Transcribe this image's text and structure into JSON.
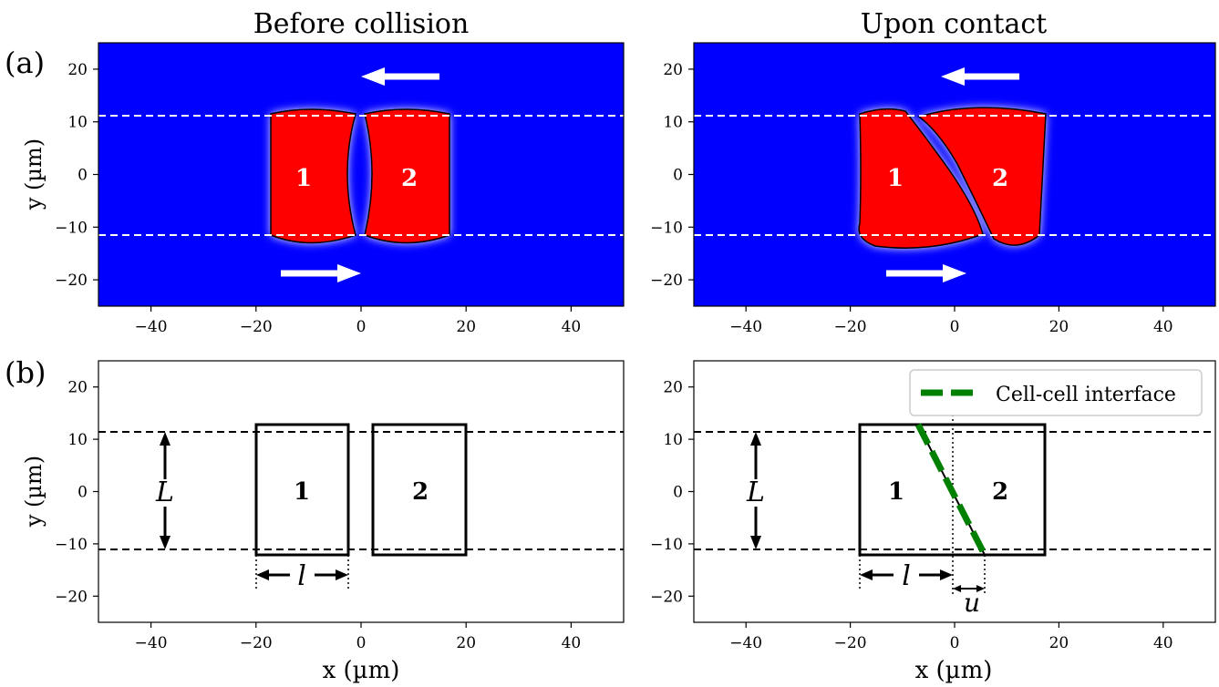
{
  "panels_titles": {
    "left": "Before collision",
    "right": "Upon contact"
  },
  "row_labels": {
    "a": "(a)",
    "b": "(b)"
  },
  "axes": {
    "xlabel": "x (µm)",
    "ylabel": "y (µm)",
    "xlim": [
      -50,
      50
    ],
    "ylim": [
      -25,
      25
    ],
    "xticks": [
      "−40",
      "−20",
      "0",
      "20",
      "40"
    ],
    "yticks": [
      "20",
      "10",
      "0",
      "−10",
      "−20"
    ]
  },
  "cells": {
    "cell1": "1",
    "cell2": "2"
  },
  "annotations": {
    "L": "L",
    "l": "l",
    "u": "u"
  },
  "legend": {
    "interface": "Cell-cell interface"
  },
  "colors": {
    "background": "#0000ff",
    "cell": "#ff0000",
    "interface": "#008000"
  }
}
